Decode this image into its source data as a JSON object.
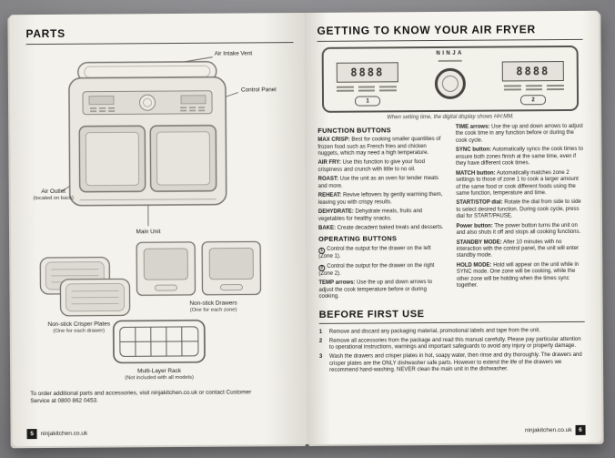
{
  "left_page": {
    "title": "PARTS",
    "labels": {
      "air_intake_vent": "Air Intake Vent",
      "control_panel": "Control Panel",
      "air_outlet": "Air Outlet",
      "air_outlet_sub": "(located on back)",
      "main_unit": "Main Unit",
      "crisper_plates": "Non-stick Crisper Plates",
      "crisper_plates_sub": "(One for each drawer)",
      "drawers": "Non-stick Drawers",
      "drawers_sub": "(One for each zone)",
      "rack": "Multi-Layer Rack",
      "rack_sub": "(Not included with all models)"
    },
    "order_note": "To order additional parts and accessories, visit ninjakitchen.co.uk or contact Customer Service at 0800 862 0453.",
    "page_number": "5",
    "footer_url": "ninjakitchen.co.uk"
  },
  "right_page": {
    "title": "GETTING TO KNOW YOUR AIR FRYER",
    "panel": {
      "brand": "NINJA",
      "display_left": "8888",
      "display_right": "8888",
      "zone1_label": "1",
      "zone2_label": "2"
    },
    "panel_caption": "When setting time, the digital display shows HH:MM.",
    "function_buttons": {
      "heading": "FUNCTION BUTTONS",
      "items": [
        {
          "term": "MAX CRISP:",
          "desc": "Best for cooking smaller quantities of frozen food such as French fries and chicken nuggets, which may need a high temperature."
        },
        {
          "term": "AIR FRY:",
          "desc": "Use this function to give your food crispiness and crunch with little to no oil."
        },
        {
          "term": "ROAST:",
          "desc": "Use the unit as an oven for tender meats and more."
        },
        {
          "term": "REHEAT:",
          "desc": "Revive leftovers by gently warming them, leaving you with crispy results."
        },
        {
          "term": "DEHYDRATE:",
          "desc": "Dehydrate meats, fruits and vegetables for healthy snacks."
        },
        {
          "term": "BAKE:",
          "desc": "Create decadent baked treats and desserts."
        }
      ]
    },
    "operating_buttons": {
      "heading": "OPERATING BUTTONS",
      "items": [
        {
          "num": "1",
          "desc": "Control the output for the drawer on the left (Zone 1)."
        },
        {
          "num": "2",
          "desc": "Control the output for the drawer on the right (Zone 2)."
        }
      ],
      "temp": {
        "term": "TEMP arrows:",
        "desc": "Use the up and down arrows to adjust the cook temperature before or during cooking."
      }
    },
    "controls_right": [
      {
        "term": "TIME arrows:",
        "desc": "Use the up and down arrows to adjust the cook time in any function before or during the cook cycle."
      },
      {
        "term": "SYNC button:",
        "desc": "Automatically syncs the cook times to ensure both zones finish at the same time, even if they have different cook times."
      },
      {
        "term": "MATCH button:",
        "desc": "Automatically matches zone 2 settings to those of zone 1 to cook a larger amount of the same food or cook different foods using the same function, temperature and time."
      },
      {
        "term": "START/STOP dial:",
        "desc": "Rotate the dial from side to side to select desired function. During cook cycle, press dial for START/PAUSE."
      },
      {
        "term": "Power button:",
        "desc": "The power button turns the unit on and also shuts it off and stops all cooking functions."
      },
      {
        "term": "STANDBY MODE:",
        "desc": "After 10 minutes with no interaction with the control panel, the unit will enter standby mode."
      },
      {
        "term": "HOLD MODE:",
        "desc": "Hold will appear on the unit while in SYNC mode. One zone will be cooking, while the other zone will be holding when the times sync together."
      }
    ],
    "before_first_use": {
      "heading": "BEFORE FIRST USE",
      "steps": [
        {
          "num": "1",
          "text": "Remove and discard any packaging material, promotional labels and tape from the unit."
        },
        {
          "num": "2",
          "text": "Remove all accessories from the package and read this manual carefully. Please pay particular attention to operational instructions, warnings and important safeguards to avoid any injury or property damage."
        },
        {
          "num": "3",
          "text": "Wash the drawers and crisper plates in hot, soapy water, then rinse and dry thoroughly. The drawers and crisper plates are the ONLY dishwasher safe parts. However to extend the life of the drawers we recommend hand-washing. NEVER clean the main unit in the dishwasher."
        }
      ]
    },
    "page_number": "6",
    "footer_url": "ninjakitchen.co.uk"
  }
}
